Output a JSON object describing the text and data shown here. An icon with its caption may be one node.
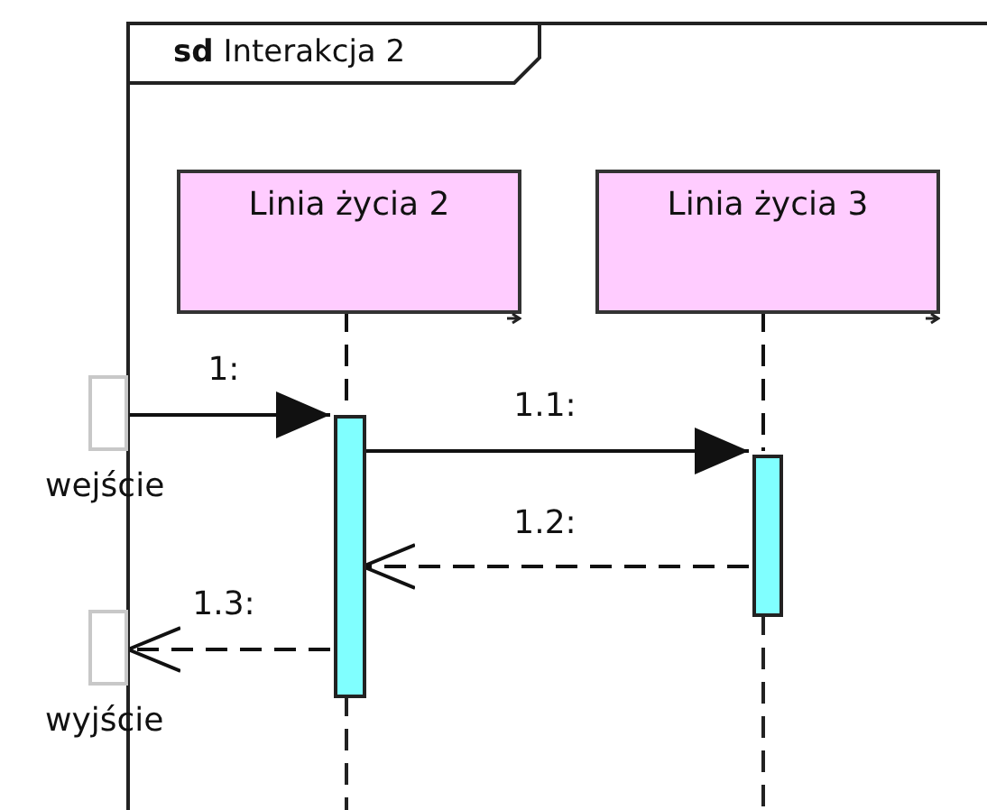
{
  "diagram": {
    "nodes": [
      {
        "text": [
          "**sd** Interakcja 2"
        ]
      },
      {
        "text": [
          "Linia życia 2"
        ],
        "in": 0
      },
      {
        "text": [
          "Linia życia 3"
        ],
        "in": 0
      },
      {
        "text": [],
        "shape": "bar",
        "in": 0
      },
      {
        "text": [],
        "shape": "bar",
        "in": 0
      },
      {
        "text": [],
        "shape": "box",
        "beside": [
          "wejście"
        ]
      },
      {
        "text": [],
        "shape": "box",
        "beside": [
          "wyjście"
        ]
      }
    ],
    "edges": [
      {
        "from": 1,
        "to": 3,
        "arrow": "none",
        "style": "dashed"
      },
      {
        "from": 2,
        "to": 4,
        "arrow": "none",
        "style": "dashed"
      },
      {
        "from": 5,
        "to": 3,
        "arrow": "to",
        "label": "1:"
      },
      {
        "from": 3,
        "to": 4,
        "arrow": "to",
        "label": "1.1:"
      },
      {
        "from": 4,
        "to": 3,
        "arrow": "to",
        "label": "1.2:",
        "style": "dashed"
      },
      {
        "from": 3,
        "to": 6,
        "arrow": "to",
        "label": "1.3:",
        "style": "dashed"
      }
    ]
  }
}
